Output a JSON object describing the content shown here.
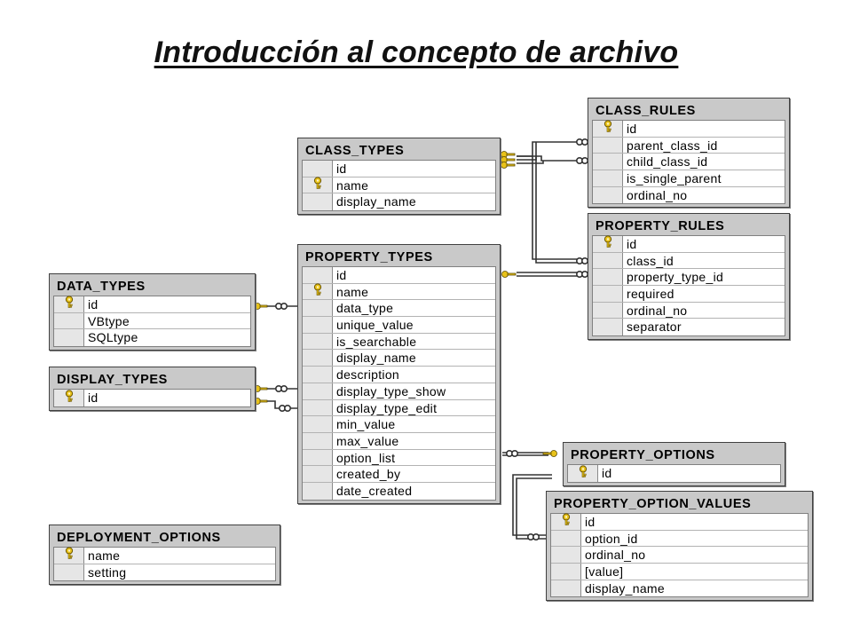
{
  "title": "Introducción al concepto de archivo",
  "tables": {
    "class_types": {
      "name": "CLASS_TYPES",
      "columns": [
        {
          "name": "id",
          "pk": false
        },
        {
          "name": "name",
          "pk": true
        },
        {
          "name": "display_name",
          "pk": false
        }
      ]
    },
    "class_rules": {
      "name": "CLASS_RULES",
      "columns": [
        {
          "name": "id",
          "pk": true
        },
        {
          "name": "parent_class_id",
          "pk": false
        },
        {
          "name": "child_class_id",
          "pk": false
        },
        {
          "name": "is_single_parent",
          "pk": false
        },
        {
          "name": "ordinal_no",
          "pk": false
        }
      ]
    },
    "property_rules": {
      "name": "PROPERTY_RULES",
      "columns": [
        {
          "name": "id",
          "pk": true
        },
        {
          "name": "class_id",
          "pk": false
        },
        {
          "name": "property_type_id",
          "pk": false
        },
        {
          "name": "required",
          "pk": false
        },
        {
          "name": "ordinal_no",
          "pk": false
        },
        {
          "name": "separator",
          "pk": false
        }
      ]
    },
    "property_types": {
      "name": "PROPERTY_TYPES",
      "columns": [
        {
          "name": "id",
          "pk": false
        },
        {
          "name": "name",
          "pk": true
        },
        {
          "name": "data_type",
          "pk": false
        },
        {
          "name": "unique_value",
          "pk": false
        },
        {
          "name": "is_searchable",
          "pk": false
        },
        {
          "name": "display_name",
          "pk": false
        },
        {
          "name": "description",
          "pk": false
        },
        {
          "name": "display_type_show",
          "pk": false
        },
        {
          "name": "display_type_edit",
          "pk": false
        },
        {
          "name": "min_value",
          "pk": false
        },
        {
          "name": "max_value",
          "pk": false
        },
        {
          "name": "option_list",
          "pk": false
        },
        {
          "name": "created_by",
          "pk": false
        },
        {
          "name": "date_created",
          "pk": false
        }
      ]
    },
    "data_types": {
      "name": "DATA_TYPES",
      "columns": [
        {
          "name": "id",
          "pk": true
        },
        {
          "name": "VBtype",
          "pk": false
        },
        {
          "name": "SQLtype",
          "pk": false
        }
      ]
    },
    "display_types": {
      "name": "DISPLAY_TYPES",
      "columns": [
        {
          "name": "id",
          "pk": true
        }
      ]
    },
    "deployment_options": {
      "name": "DEPLOYMENT_OPTIONS",
      "columns": [
        {
          "name": "name",
          "pk": true
        },
        {
          "name": "setting",
          "pk": false
        }
      ]
    },
    "property_options": {
      "name": "PROPERTY_OPTIONS",
      "columns": [
        {
          "name": "id",
          "pk": true
        }
      ]
    },
    "property_option_values": {
      "name": "PROPERTY_OPTION_VALUES",
      "columns": [
        {
          "name": "id",
          "pk": true
        },
        {
          "name": "option_id",
          "pk": false
        },
        {
          "name": "ordinal_no",
          "pk": false
        },
        {
          "name": "[value]",
          "pk": false
        },
        {
          "name": "display_name",
          "pk": false
        }
      ]
    }
  },
  "icons": {
    "primary_key": "key-icon",
    "one_end": "key-end-icon",
    "many_end": "infinity-icon"
  },
  "colors": {
    "key_gold": "#e8c21a",
    "header_gray": "#c9c9c9",
    "line_dark": "#333333"
  }
}
